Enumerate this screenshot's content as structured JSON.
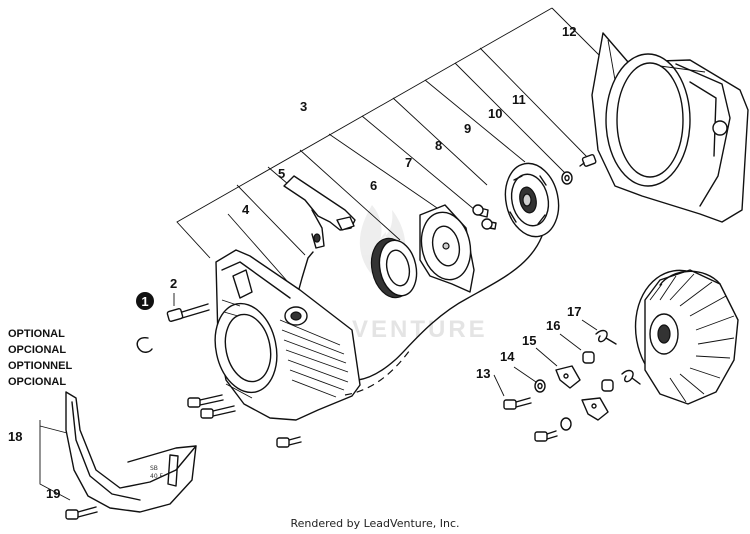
{
  "callouts": {
    "c1": "1",
    "c2": "2",
    "c3": "3",
    "c4": "4",
    "c5": "5",
    "c6": "6",
    "c7": "7",
    "c8": "8",
    "c9": "9",
    "c10": "10",
    "c11": "11",
    "c12": "12",
    "c13": "13",
    "c14": "14",
    "c15": "15",
    "c16": "16",
    "c17": "17",
    "c18": "18",
    "c19": "19"
  },
  "optional_note": [
    "OPTIONAL",
    "OPCIONAL",
    "OPTIONNEL",
    "OPCIONAL"
  ],
  "watermark": "VENTURE",
  "cover_marking": [
    "SB",
    "40 F"
  ],
  "footer": "Rendered by LeadVenture, Inc."
}
